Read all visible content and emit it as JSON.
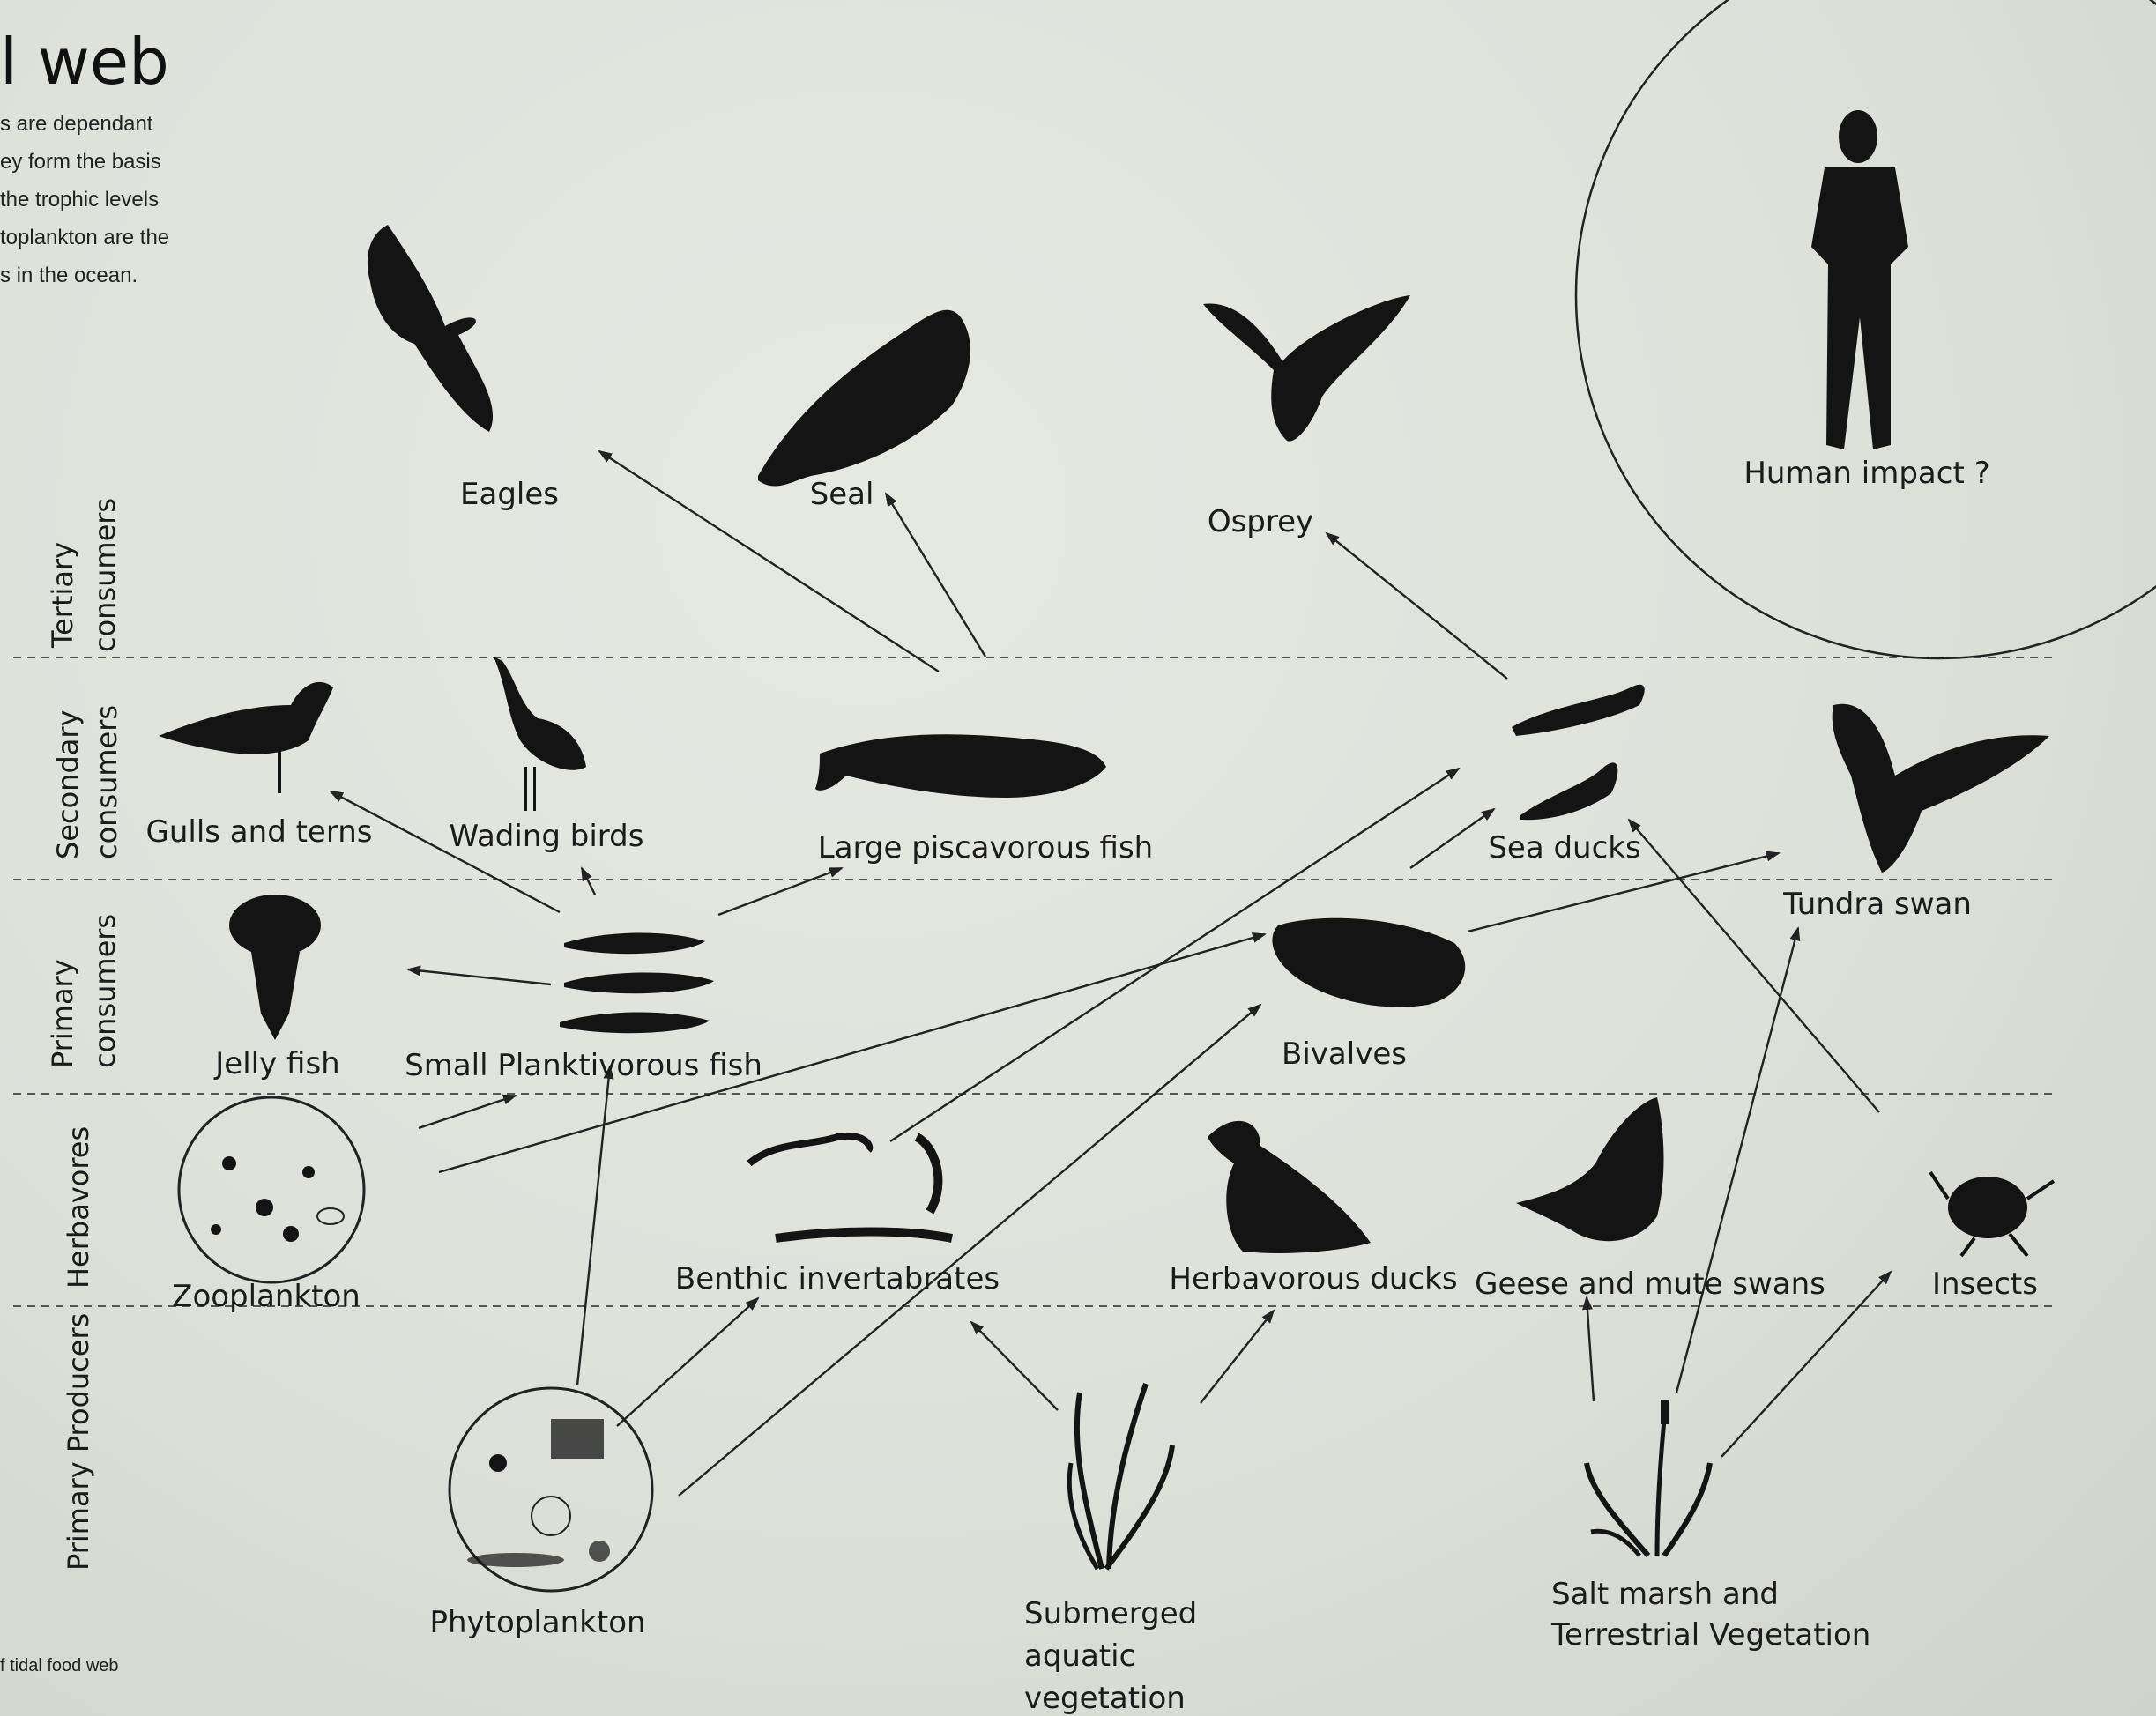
{
  "title": "l web",
  "intro_lines": [
    "s are dependant",
    "ey form the basis",
    "the trophic levels",
    "toplankton are the",
    "s in the ocean."
  ],
  "caption": "f tidal food web",
  "bands": {
    "tertiary": [
      "Tertiary",
      "consumers"
    ],
    "secondary": [
      "Secondary",
      "consumers"
    ],
    "primary": [
      "Primary",
      "consumers"
    ],
    "herbivores": "Herbavores",
    "producers": "Primary Producers"
  },
  "organisms": {
    "eagles": "Eagles",
    "seal": "Seal",
    "osprey": "Osprey",
    "human": "Human impact ?",
    "gulls": "Gulls and terns",
    "wading": "Wading birds",
    "large_fish": "Large piscavorous fish",
    "sea_ducks": "Sea ducks",
    "tundra_swan": "Tundra swan",
    "jelly": "Jelly fish",
    "small_fish": "Small Planktivorous fish",
    "bivalves": "Bivalves",
    "zooplankton": "Zooplankton",
    "benthic": "Benthic invertabrates",
    "herb_ducks": "Herbavorous ducks",
    "geese": "Geese and mute swans",
    "insects": "Insects",
    "phytoplankton": "Phytoplankton",
    "sav": [
      "Submerged",
      "aquatic",
      "vegetation"
    ],
    "salt_marsh": [
      "Salt marsh and",
      "Terrestrial Vegetation"
    ]
  }
}
